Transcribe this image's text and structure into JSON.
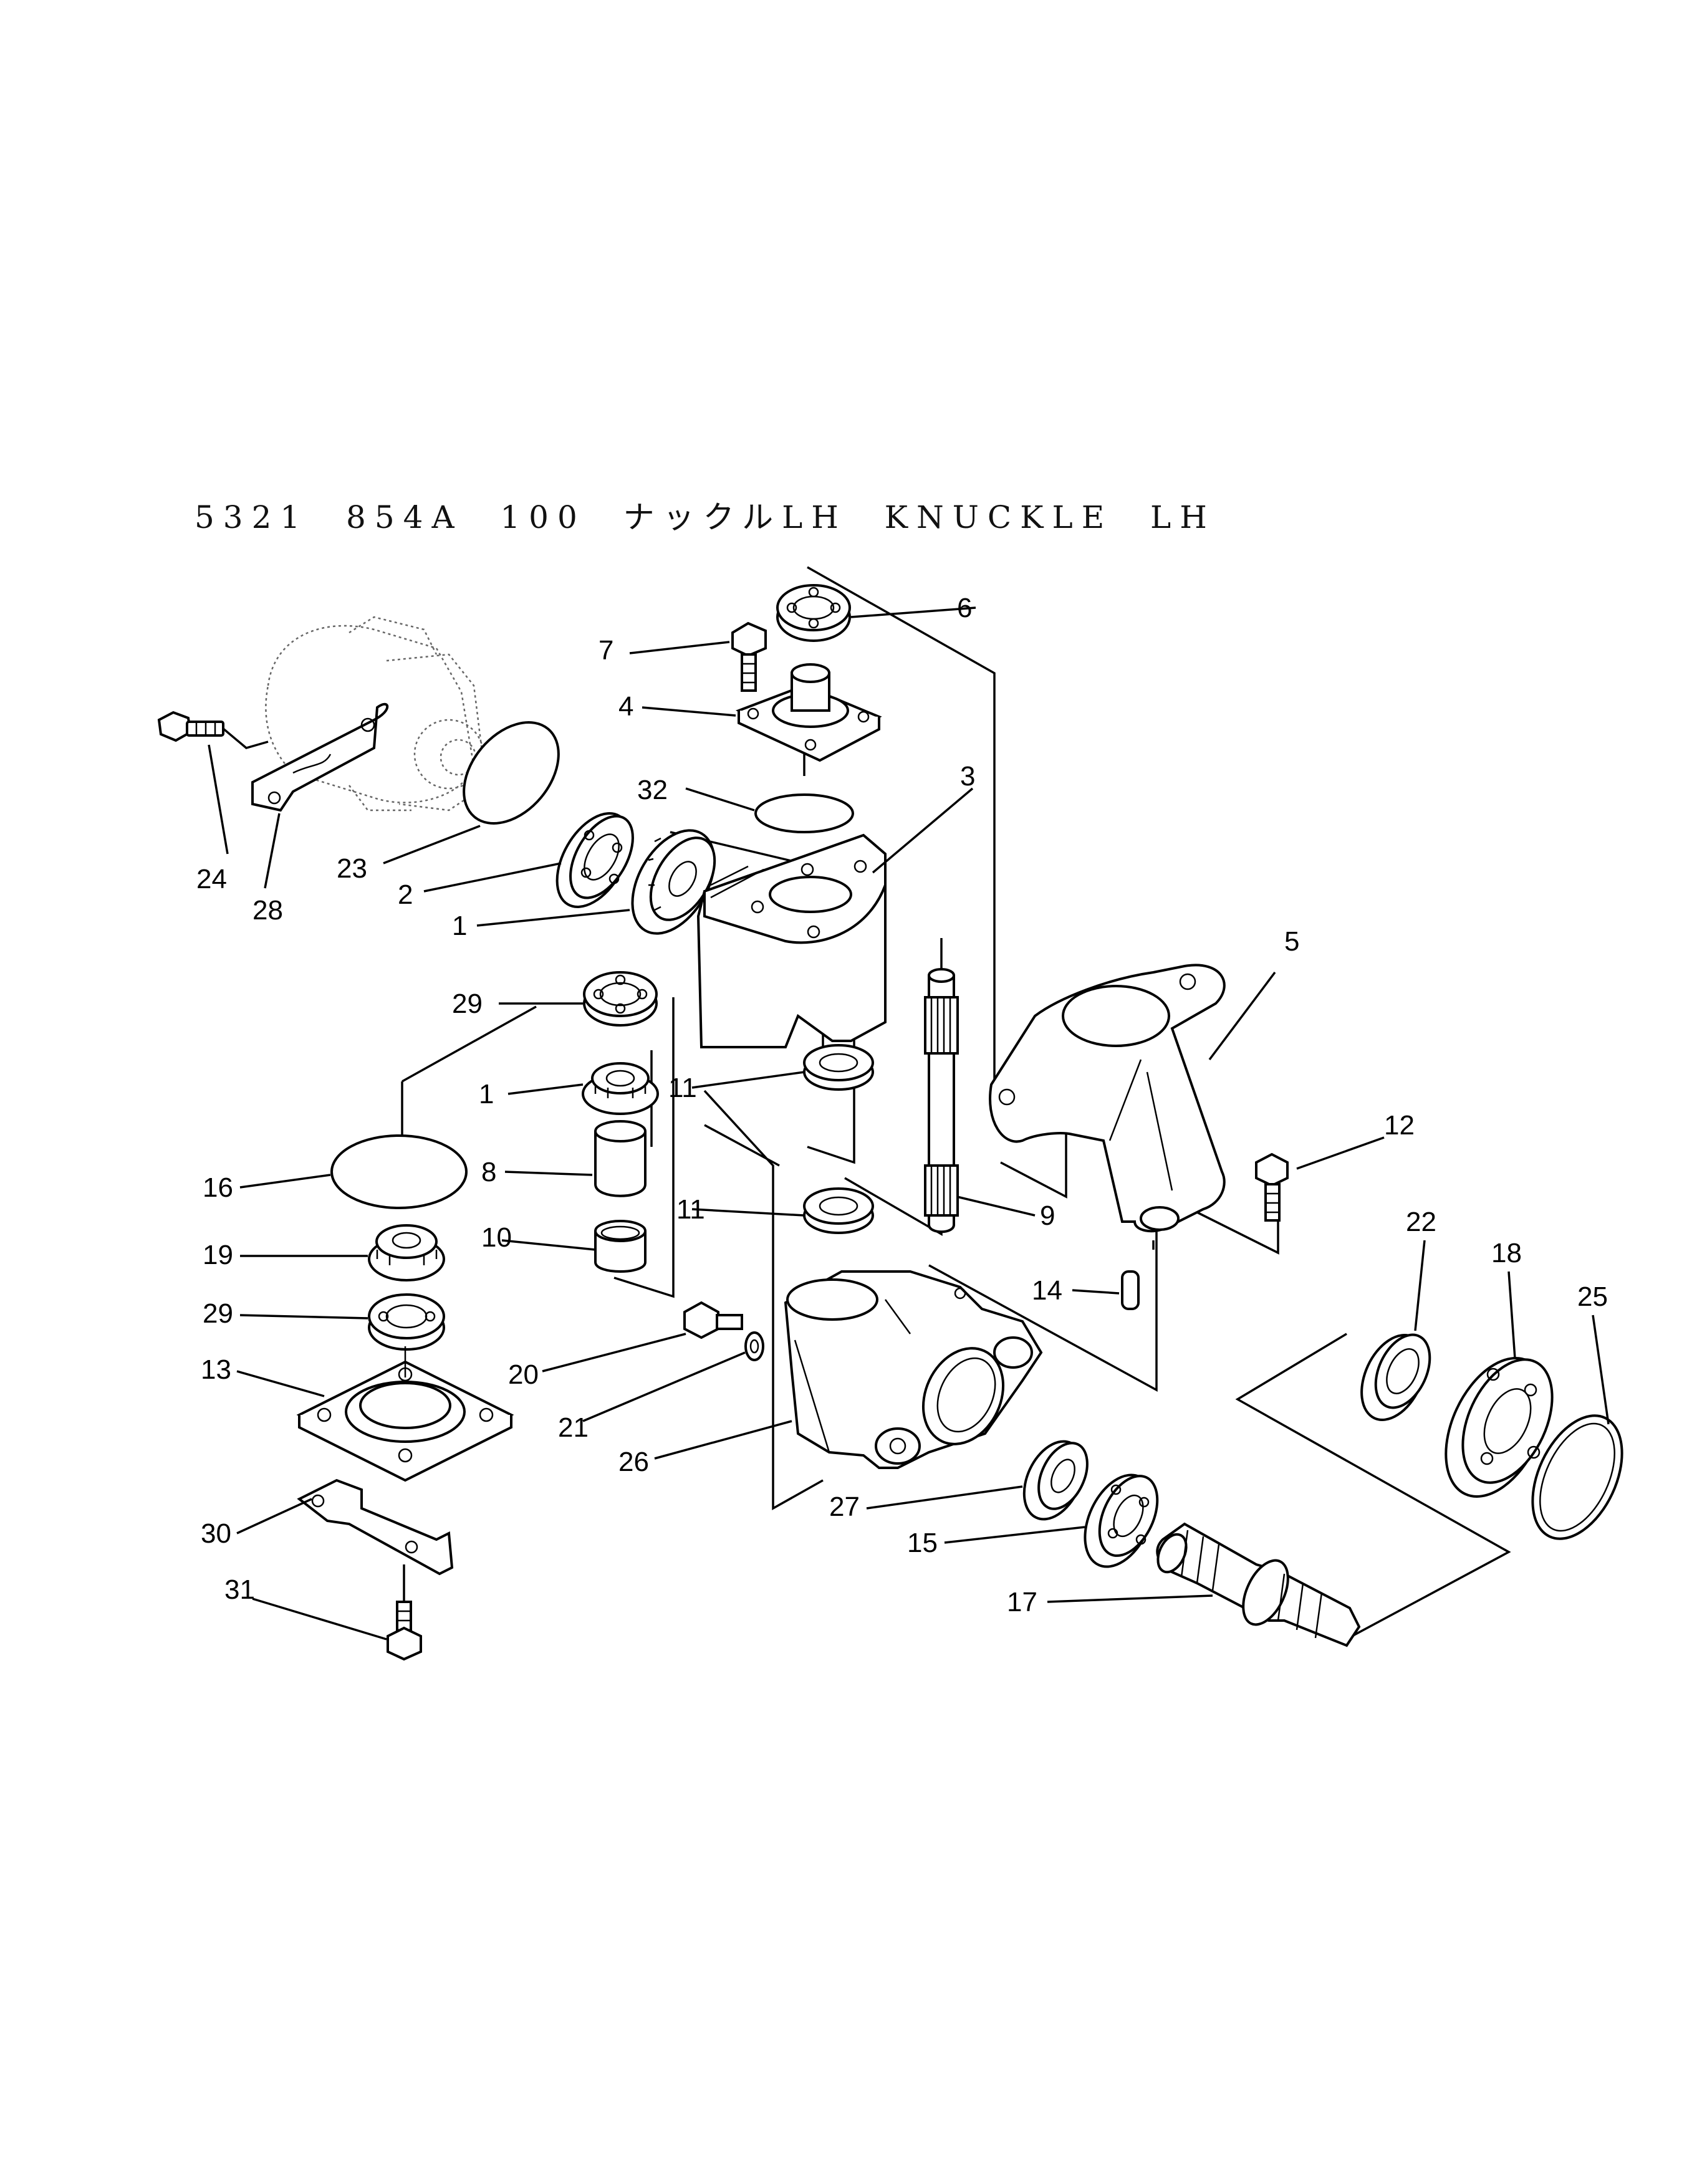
{
  "header": {
    "title": "5321  854A  100  ナックルLH  KNUCKLE  LH"
  },
  "callouts": [
    "1",
    "1",
    "2",
    "3",
    "4",
    "5",
    "6",
    "7",
    "8",
    "9",
    "10",
    "11",
    "11",
    "12",
    "13",
    "14",
    "15",
    "16",
    "17",
    "18",
    "19",
    "20",
    "21",
    "22",
    "23",
    "24",
    "25",
    "26",
    "27",
    "28",
    "29",
    "29",
    "30",
    "31",
    "32"
  ]
}
